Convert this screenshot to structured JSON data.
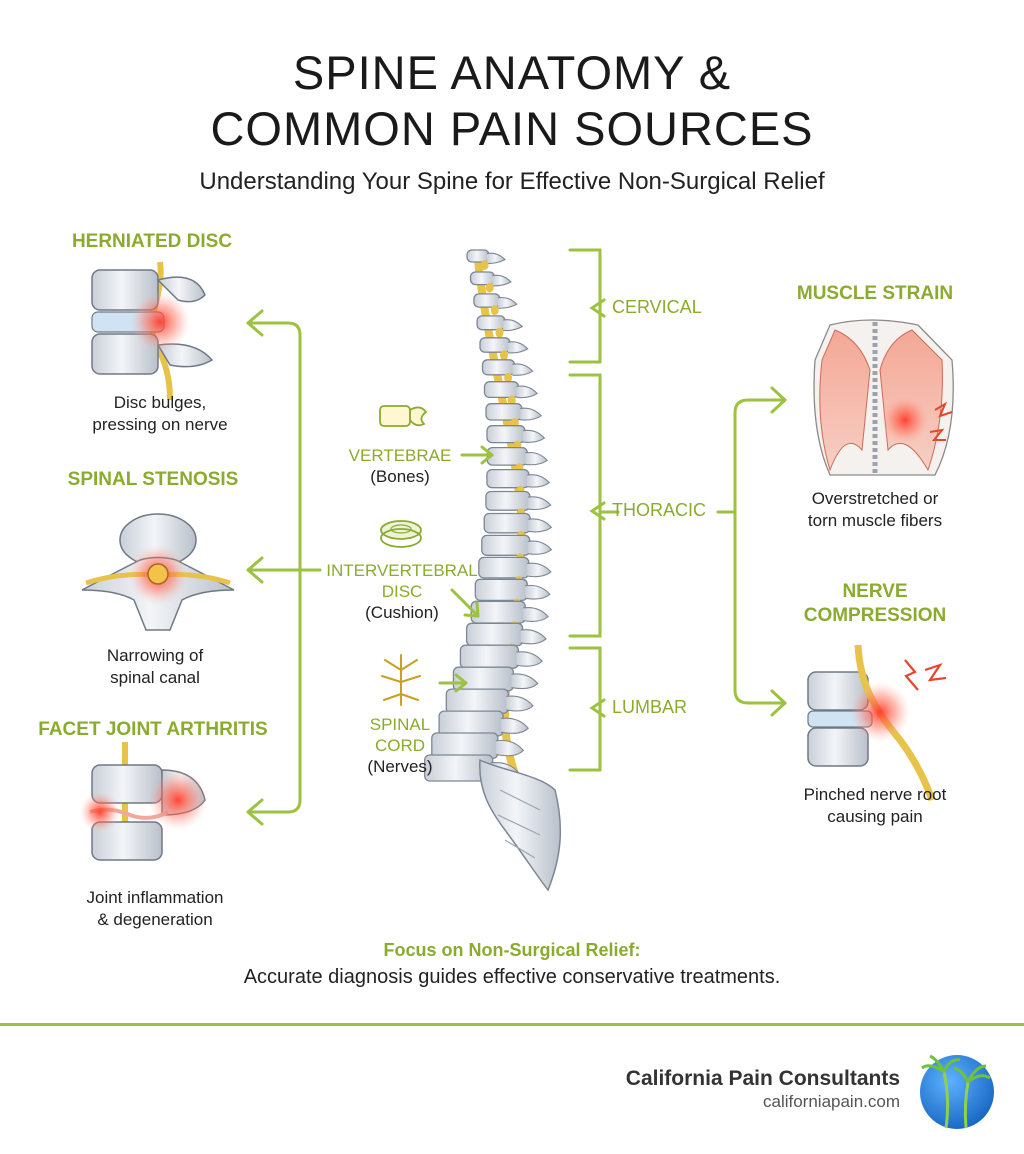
{
  "header": {
    "title_line1": "SPINE ANATOMY &",
    "title_line2": "COMMON PAIN SOURCES",
    "subtitle": "Understanding Your Spine for Effective Non-Surgical Relief"
  },
  "conditions_left": [
    {
      "title": "HERNIATED DISC",
      "caption_line1": "Disc bulges,",
      "caption_line2": "pressing on nerve",
      "icon": "herniated-disc-illustration"
    },
    {
      "title": "SPINAL STENOSIS",
      "caption_line1": "Narrowing of",
      "caption_line2": "spinal canal",
      "icon": "spinal-stenosis-illustration"
    },
    {
      "title": "FACET JOINT ARTHRITIS",
      "caption_line1": "Joint inflammation",
      "caption_line2": "& degeneration",
      "icon": "facet-arthritis-illustration"
    }
  ],
  "conditions_right": [
    {
      "title": "MUSCLE STRAIN",
      "caption_line1": "Overstretched or",
      "caption_line2": "torn muscle fibers",
      "icon": "back-muscle-illustration"
    },
    {
      "title_line1": "NERVE",
      "title_line2": "COMPRESSION",
      "caption_line1": "Pinched nerve root",
      "caption_line2": "causing pain",
      "icon": "pinched-nerve-illustration"
    }
  ],
  "parts": [
    {
      "label": "VERTEBRAE",
      "sub": "(Bones)",
      "icon": "vertebra-icon"
    },
    {
      "label_line1": "INTERVERTEBRAL",
      "label_line2": "DISC",
      "sub": "(Cushion)",
      "icon": "disc-icon"
    },
    {
      "label_line1": "SPINAL",
      "label_line2": "CORD",
      "sub": "(Nerves)",
      "icon": "spinal-cord-icon"
    }
  ],
  "regions": [
    "CERVICAL",
    "THORACIC",
    "LUMBAR"
  ],
  "focus": {
    "title": "Focus on Non-Surgical Relief:",
    "text": "Accurate diagnosis guides effective conservative treatments."
  },
  "footer": {
    "company": "California Pain Consultants",
    "url": "californiapain.com",
    "logo": "palm-tree-logo"
  },
  "colors": {
    "accent": "#9dc241",
    "accent_text": "#8aab2e",
    "pain": "#e8452c",
    "bone": "#e4e8ee",
    "nerve": "#e8c34a"
  }
}
